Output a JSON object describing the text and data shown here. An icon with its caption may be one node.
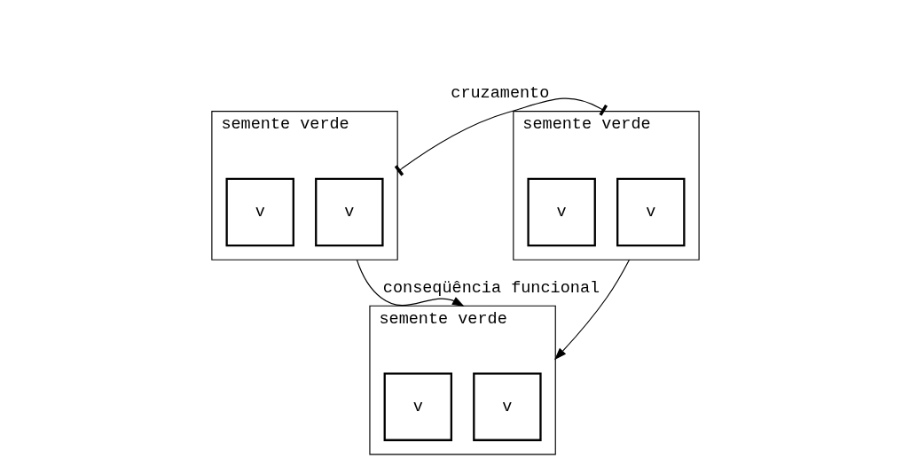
{
  "diagram": {
    "nodes": [
      {
        "text": [
          "semente verde"
        ]
      },
      {
        "text": [
          "v"
        ],
        "in": 0
      },
      {
        "text": [
          "v"
        ],
        "in": 0
      },
      {
        "text": [
          "semente verde"
        ]
      },
      {
        "text": [
          "v"
        ],
        "in": 3
      },
      {
        "text": [
          "v"
        ],
        "in": 3
      },
      {
        "text": [
          "semente verde"
        ]
      },
      {
        "text": [
          "v"
        ],
        "in": 6
      },
      {
        "text": [
          "v"
        ],
        "in": 6
      }
    ],
    "edges": [
      {
        "from": 0,
        "to": 3,
        "arrow": "other",
        "label": "cruzamento"
      },
      {
        "from": 0,
        "to": 6,
        "arrow": "to",
        "label": "conseqüência funcional"
      },
      {
        "from": 3,
        "to": 6,
        "arrow": "to"
      }
    ]
  }
}
